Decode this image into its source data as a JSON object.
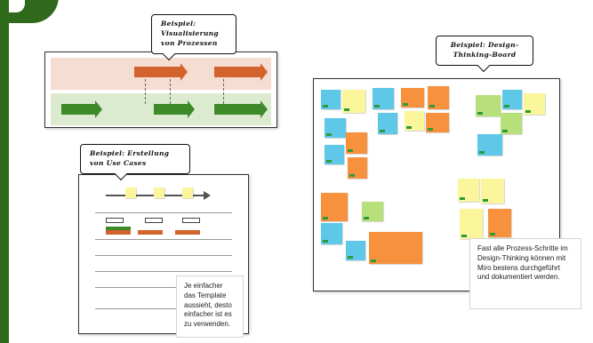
{
  "callouts": {
    "process": "Beispiel: Visualisierung von Prozessen",
    "use_cases": "Beispiel: Erstellung von Use Cases",
    "design_thinking": "Beispiel: Design-Thinking-Board"
  },
  "notes": {
    "template": "Je einfacher das Template aussieht, desto einfacher ist es zu verwenden.",
    "design_thinking": "Fast alle Prozess-Schritte im Design-Thinking können mit Miro bestens durchgeführt und dokumentiert werden."
  },
  "colors": {
    "frame_green": "#2f6a1c",
    "orange": "#d2632c",
    "green": "#3d8a2a",
    "sticky_yellow": "#fbf59b",
    "sticky_blue": "#5fc7e8",
    "sticky_orange": "#f7913d",
    "sticky_green": "#b8e07a"
  }
}
